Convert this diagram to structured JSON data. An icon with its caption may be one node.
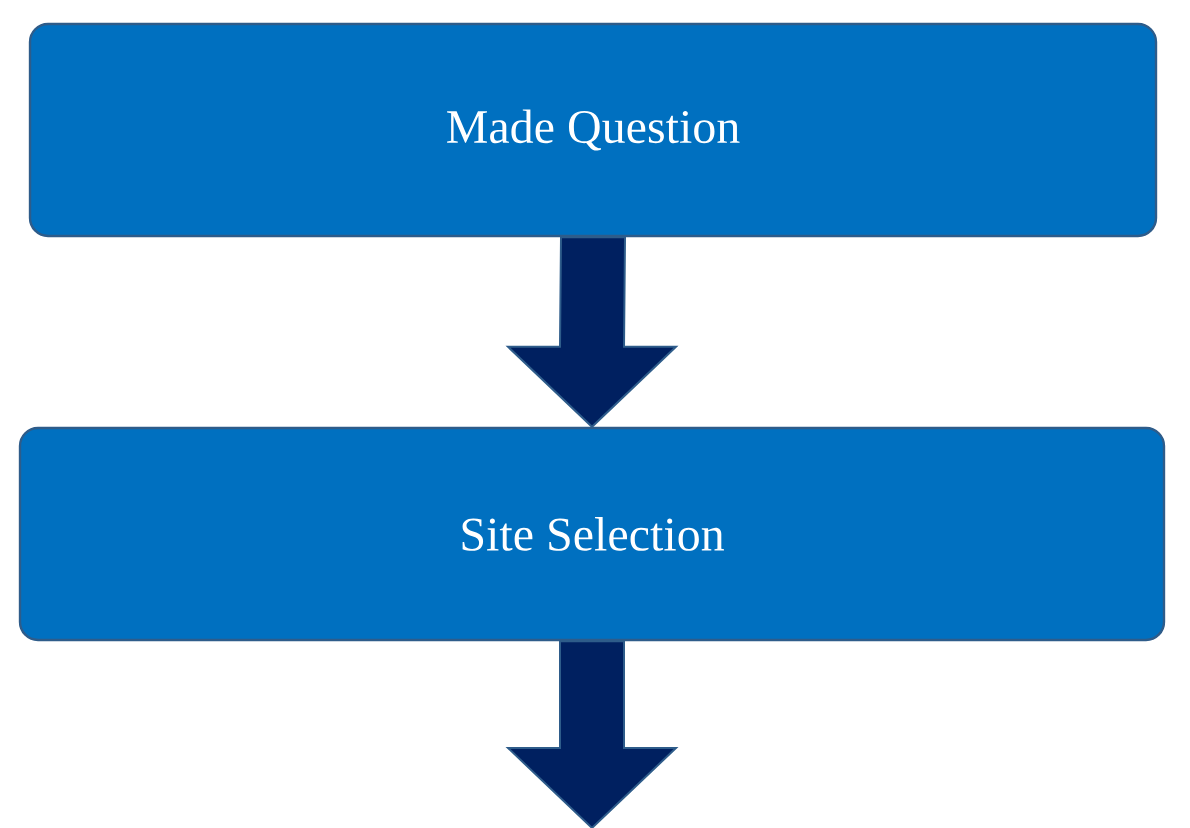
{
  "diagram": {
    "nodes": [
      {
        "text": [
          "Made Question"
        ]
      },
      {
        "text": [
          "Site Selection"
        ]
      }
    ],
    "edges": [
      {
        "from": 0,
        "to": 1,
        "arrow": "to"
      },
      {
        "from": 1,
        "to": null,
        "arrow": "to"
      }
    ]
  }
}
